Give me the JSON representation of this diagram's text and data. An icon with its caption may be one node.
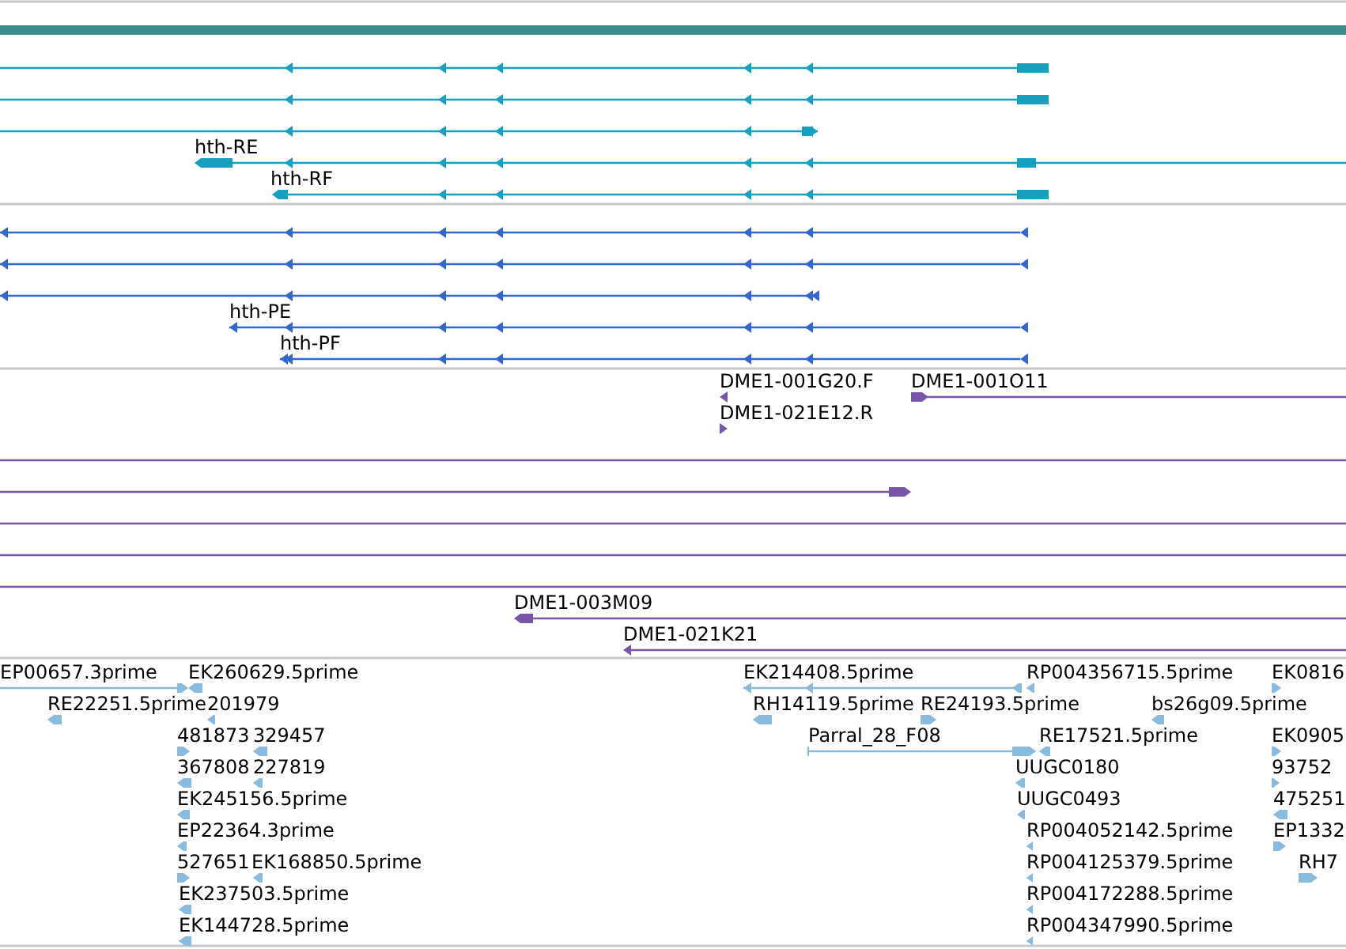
{
  "diagram": {
    "labels": [
      "hth-RE",
      "hth-RF",
      "hth-PE",
      "hth-PF",
      "DME1-001G20.F",
      "DME1-001O11",
      "DME1-021E12.R",
      "DME1-003M09",
      "DME1-021K21",
      "EP00657.3prime",
      "EK260629.5prime",
      "EK214408.5prime",
      "RP004356715.5prime",
      "EK0816",
      "RE22251.5prime",
      "201979",
      "RH14119.5prime",
      "RE24193.5prime",
      "bs26g09.5prime",
      "481873",
      "329457",
      "Parral_28_F08",
      "RE17521.5prime",
      "EK0905",
      "367808",
      "227819",
      "UUGC0180",
      "93752",
      "EK245156.5prime",
      "UUGC0493",
      "475251",
      "EP22364.3prime",
      "RP004052142.5prime",
      "EP1332",
      "527651",
      "EK168850.5prime",
      "RP004125379.5prime",
      "RH7",
      "EK237503.5prime",
      "RP004172288.5prime",
      "EK144728.5prime",
      "RP004347990.5prime"
    ]
  }
}
